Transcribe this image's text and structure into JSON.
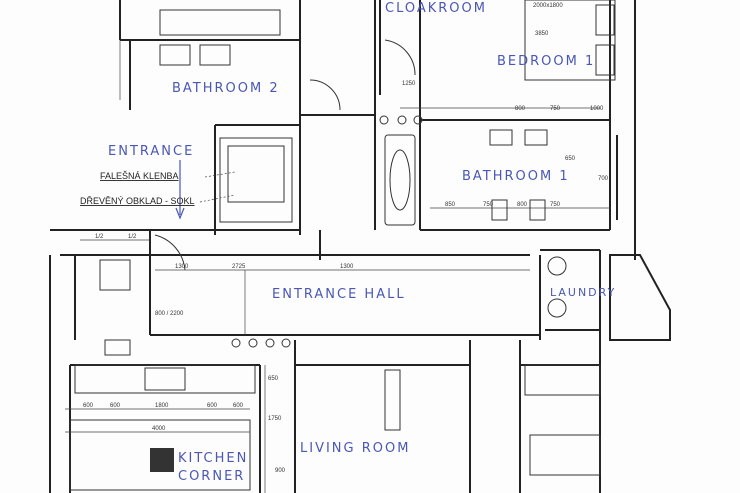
{
  "rooms": {
    "cloakroom": "CLOAKROOM",
    "bedroom1": "BEDROOM 1",
    "bathroom2": "BATHROOM 2",
    "entrance": "ENTRANCE",
    "bathroom1": "BATHROOM 1",
    "entrance_hall": "ENTRANCE HALL",
    "laundry": "LAUNDRY",
    "living_room": "LIVING ROOM",
    "kitchen_line1": "KITCHEN",
    "kitchen_line2": "CORNER"
  },
  "notes": {
    "false_vault": "FALEŠNÁ KLENBA",
    "wood_cladding": "DŘEVĚNÝ OBKLAD - SOKL"
  },
  "dimensions": {
    "hall": [
      "1300",
      "2725",
      "1300"
    ],
    "wc": [
      "1/2",
      "1/2"
    ],
    "kitchen_row": [
      "600",
      "600",
      "1800",
      "600",
      "600"
    ],
    "kitchen_total": "4000",
    "kitchen_vertical": [
      "650",
      "1750",
      "900"
    ],
    "bath1_top": [
      "800",
      "750",
      "1000"
    ],
    "bath1_bottom": [
      "850",
      "750",
      "800",
      "750"
    ],
    "bath1_side": [
      "700",
      "650"
    ],
    "bedroom": [
      "1250",
      "3850",
      "2000x1800"
    ],
    "doors": [
      "800 / 2200"
    ]
  }
}
